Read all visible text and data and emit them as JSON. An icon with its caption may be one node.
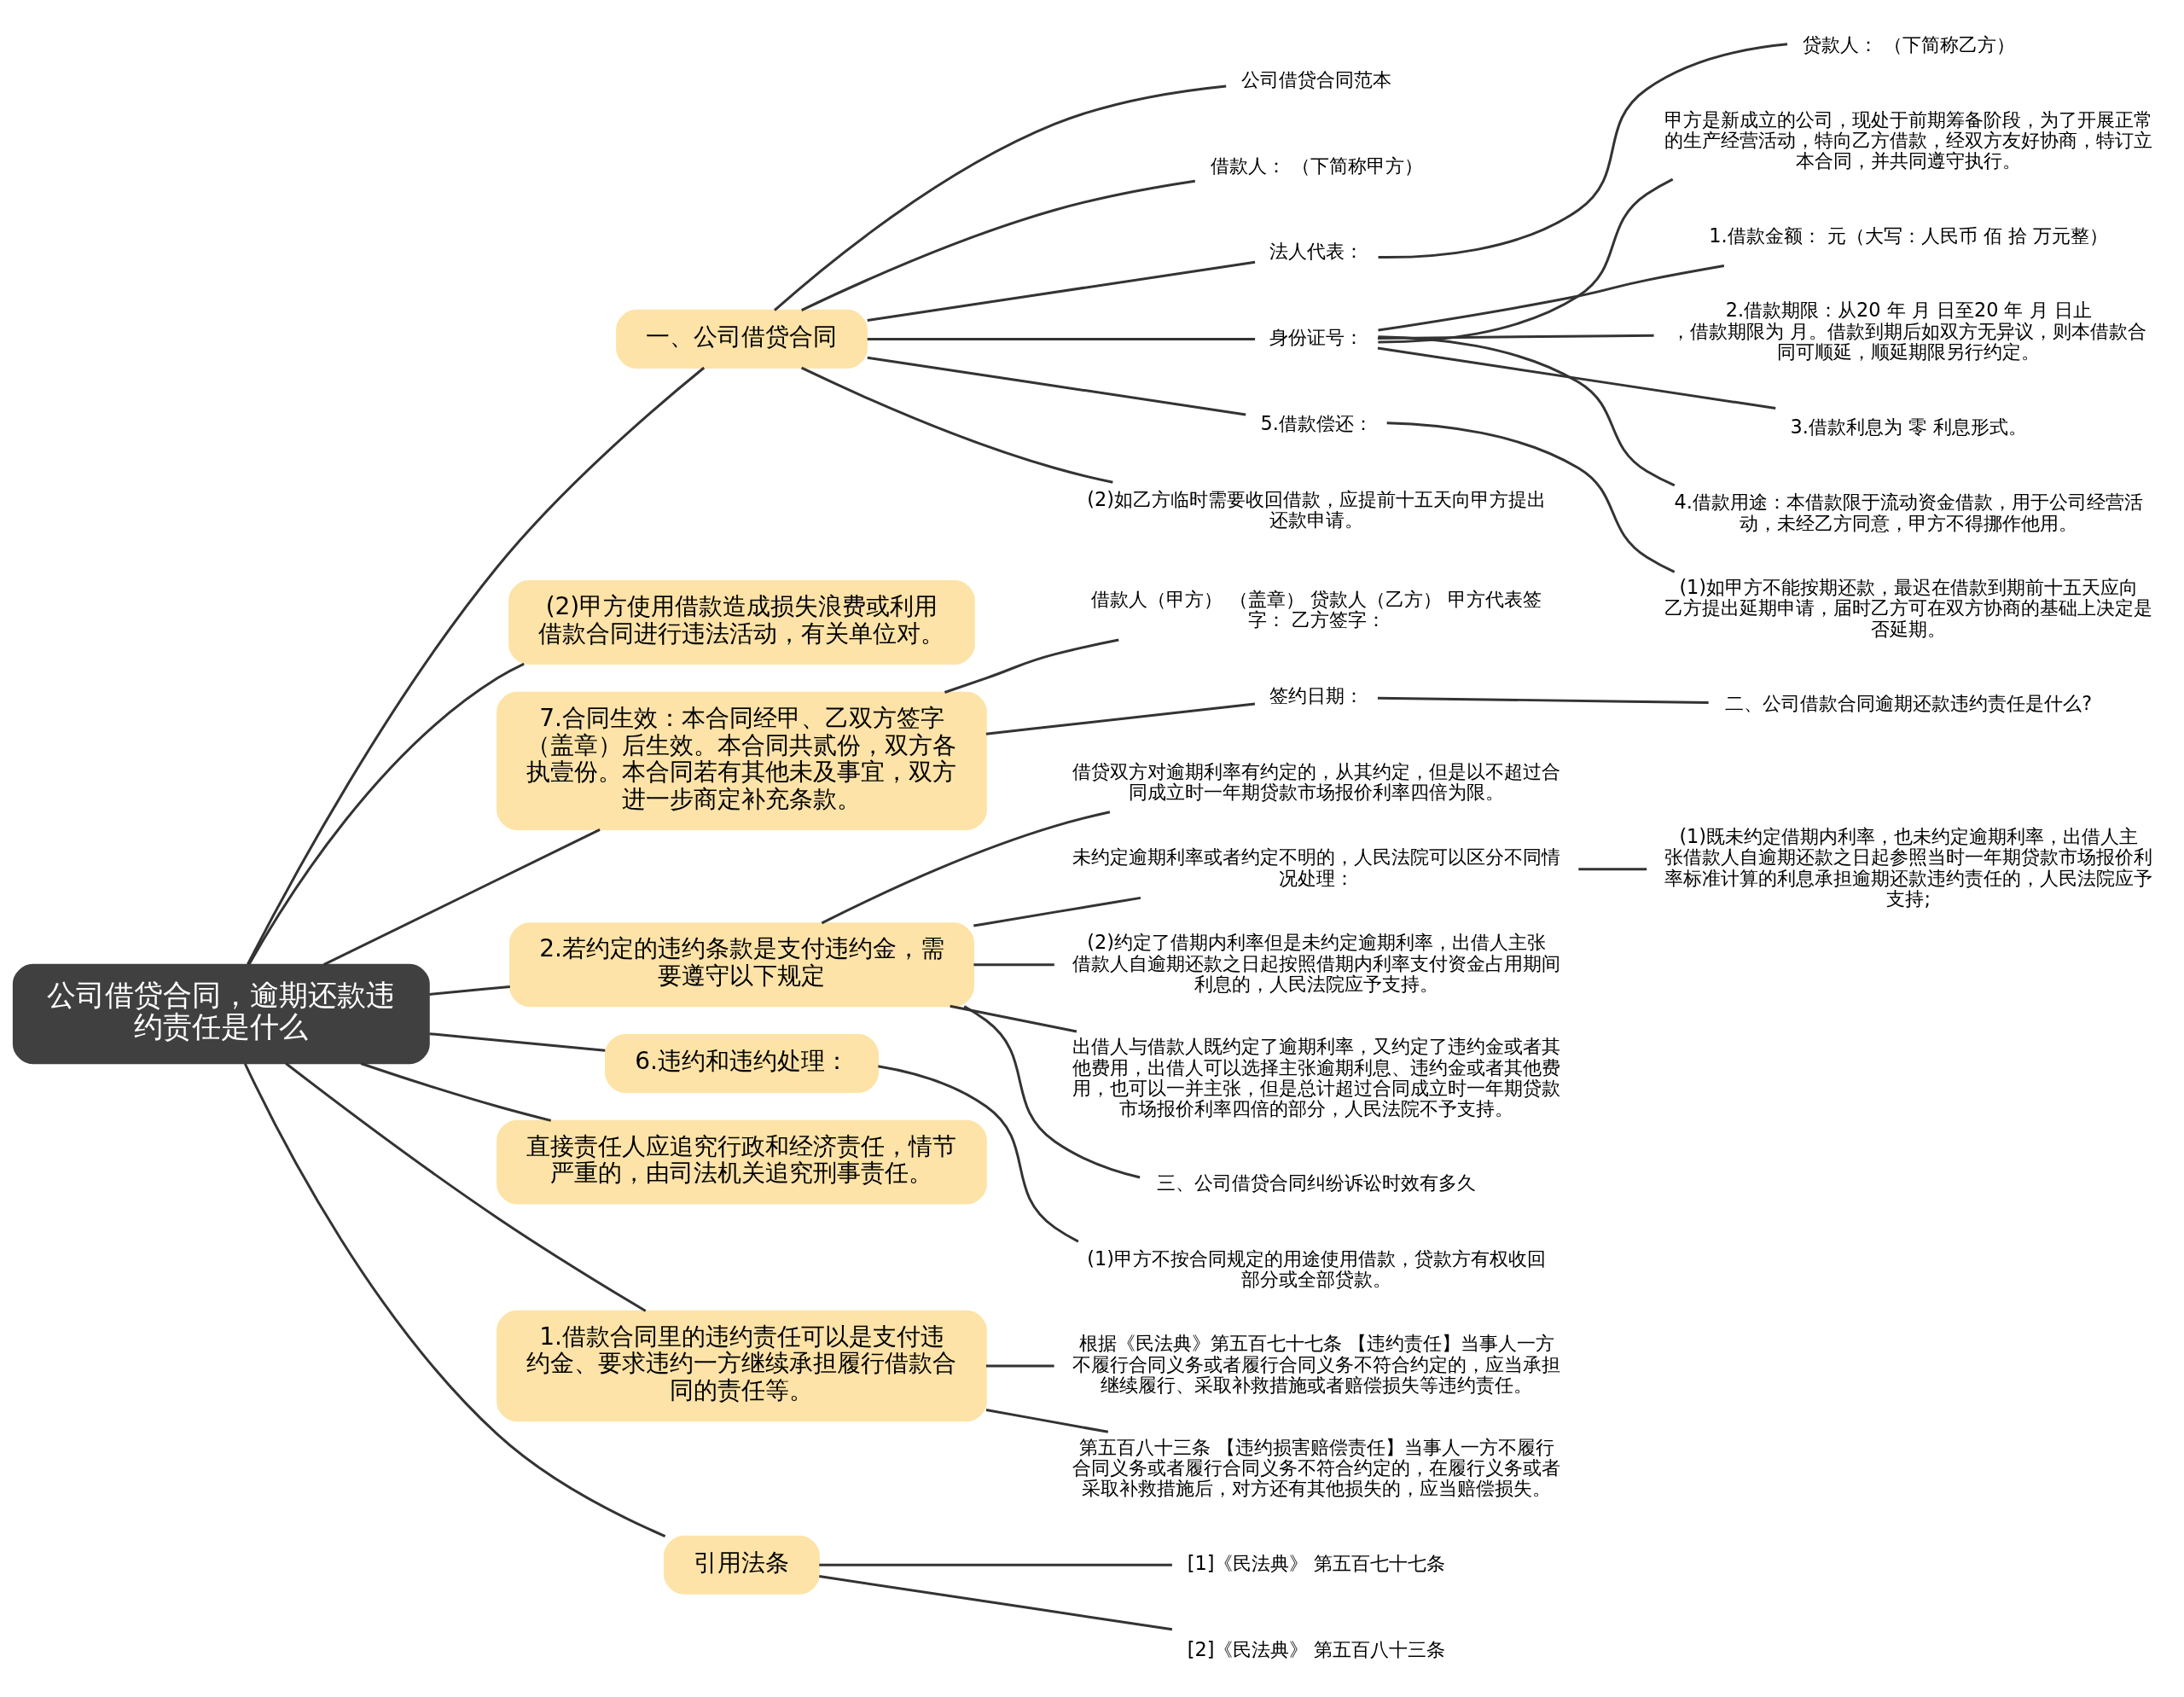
{
  "diagram": {
    "nodes": [
      {
        "text": [
          "公司借贷合同，逾期还款违约责任是什么"
        ]
      },
      {
        "text": [
          "一、公司借贷合同"
        ]
      },
      {
        "text": [
          "公司借贷合同范本"
        ]
      },
      {
        "text": [
          "借款人： （下简称甲方）"
        ]
      },
      {
        "text": [
          "法人代表："
        ]
      },
      {
        "text": [
          "贷款人： （下简称乙方）"
        ]
      },
      {
        "text": [
          "身份证号："
        ]
      },
      {
        "text": [
          "甲方是新成立的公司，现处于前期筹备阶段，为了开展正常的生产经营活动，特向乙方借款，经双方友好协商，特订立本合同，并共同遵守执行。"
        ]
      },
      {
        "text": [
          "1.借款金额： 元（大写：人民币 佰 拾 万元整）"
        ]
      },
      {
        "text": [
          "2.借款期限：从20 年 月 日至20 年 月 日止，借款期限为 月。借款到期后如双方无异议，则本借款合同可顺延，顺延期限另行约定。"
        ]
      },
      {
        "text": [
          "3.借款利息为 零 利息形式。"
        ]
      },
      {
        "text": [
          "4.借款用途：本借款限于流动资金借款，用于公司经营活动，未经乙方同意，甲方不得挪作他用。"
        ]
      },
      {
        "text": [
          "5.借款偿还："
        ]
      },
      {
        "text": [
          "(1)如甲方不能按期还款，最迟在借款到期前十五天应向乙方提出延期申请，届时乙方可在双方协商的基础上决定是否延期。"
        ]
      },
      {
        "text": [
          "(2)如乙方临时需要收回借款，应提前十五天向甲方提出还款申请。"
        ]
      },
      {
        "text": [
          "(2)甲方使用借款造成损失浪费或利用借款合同进行违法活动，有关单位对。"
        ]
      },
      {
        "text": [
          "7.合同生效：本合同经甲、乙双方签字（盖章）后生效。本合同共贰份，双方各执壹份。本合同若有其他未及事宜，双方进一步商定补充条款。"
        ]
      },
      {
        "text": [
          "借款人（甲方） （盖章） 贷款人（乙方） 甲方代表签字： 乙方签字："
        ]
      },
      {
        "text": [
          "签约日期："
        ]
      },
      {
        "text": [
          "二、公司借款合同逾期还款违约责任是什么?"
        ]
      },
      {
        "text": [
          "2.若约定的违约条款是支付违约金，需要遵守以下规定"
        ]
      },
      {
        "text": [
          "借贷双方对逾期利率有约定的，从其约定，但是以不超过合同成立时一年期贷款市场报价利率四倍为限。"
        ]
      },
      {
        "text": [
          "未约定逾期利率或者约定不明的，人民法院可以区分不同情况处理："
        ]
      },
      {
        "text": [
          "(1)既未约定借期内利率，也未约定逾期利率，出借人主张借款人自逾期还款之日起参照当时一年期贷款市场报价利率标准计算的利息承担逾期还款违约责任的，人民法院应予支持;"
        ]
      },
      {
        "text": [
          "(2)约定了借期内利率但是未约定逾期利率，出借人主张借款人自逾期还款之日起按照借期内利率支付资金占用期间利息的，人民法院应予支持。"
        ]
      },
      {
        "text": [
          "出借人与借款人既约定了逾期利率，又约定了违约金或者其他费用，出借人可以选择主张逾期利息、违约金或者其他费用，也可以一并主张，但是总计超过合同成立时一年期贷款市场报价利率四倍的部分，人民法院不予支持。"
        ]
      },
      {
        "text": [
          "三、公司借贷合同纠纷诉讼时效有多久"
        ]
      },
      {
        "text": [
          "6.违约和违约处理："
        ]
      },
      {
        "text": [
          "(1)甲方不按合同规定的用途使用借款，贷款方有权收回部分或全部贷款。"
        ]
      },
      {
        "text": [
          "直接责任人应追究行政和经济责任，情节严重的，由司法机关追究刑事责任。"
        ]
      },
      {
        "text": [
          "1.借款合同里的违约责任可以是支付违约金、要求违约一方继续承担履行借款合同的责任等。"
        ]
      },
      {
        "text": [
          "根据《民法典》第五百七十七条 【违约责任】当事人一方不履行合同义务或者履行合同义务不符合约定的，应当承担继续履行、采取补救措施或者赔偿损失等违约责任。"
        ]
      },
      {
        "text": [
          "第五百八十三条 【违约损害赔偿责任】当事人一方不履行合同义务或者履行合同义务不符合约定的，在履行义务或者采取补救措施后，对方还有其他损失的，应当赔偿损失。"
        ]
      },
      {
        "text": [
          "引用法条"
        ]
      },
      {
        "text": [
          "[1]《民法典》 第五百七十七条"
        ]
      },
      {
        "text": [
          "[2]《民法典》 第五百八十三条"
        ]
      }
    ],
    "edges": [
      {
        "from": 0,
        "to": 1,
        "arrow": "none"
      },
      {
        "from": 1,
        "to": 2,
        "arrow": "none"
      },
      {
        "from": 1,
        "to": 3,
        "arrow": "none"
      },
      {
        "from": 1,
        "to": 4,
        "arrow": "none"
      },
      {
        "from": 4,
        "to": 5,
        "arrow": "none"
      },
      {
        "from": 1,
        "to": 6,
        "arrow": "none"
      },
      {
        "from": 6,
        "to": 7,
        "arrow": "none"
      },
      {
        "from": 6,
        "to": 8,
        "arrow": "none"
      },
      {
        "from": 6,
        "to": 9,
        "arrow": "none"
      },
      {
        "from": 6,
        "to": 10,
        "arrow": "none"
      },
      {
        "from": 6,
        "to": 11,
        "arrow": "none"
      },
      {
        "from": 1,
        "to": 12,
        "arrow": "none"
      },
      {
        "from": 12,
        "to": 13,
        "arrow": "none"
      },
      {
        "from": 1,
        "to": 14,
        "arrow": "none"
      },
      {
        "from": 0,
        "to": 15,
        "arrow": "none"
      },
      {
        "from": 0,
        "to": 16,
        "arrow": "none"
      },
      {
        "from": 16,
        "to": 17,
        "arrow": "none"
      },
      {
        "from": 16,
        "to": 18,
        "arrow": "none"
      },
      {
        "from": 18,
        "to": 19,
        "arrow": "none"
      },
      {
        "from": 0,
        "to": 20,
        "arrow": "none"
      },
      {
        "from": 20,
        "to": 21,
        "arrow": "none"
      },
      {
        "from": 20,
        "to": 22,
        "arrow": "none"
      },
      {
        "from": 22,
        "to": 23,
        "arrow": "none"
      },
      {
        "from": 20,
        "to": 24,
        "arrow": "none"
      },
      {
        "from": 20,
        "to": 25,
        "arrow": "none"
      },
      {
        "from": 20,
        "to": 26,
        "arrow": "none"
      },
      {
        "from": 0,
        "to": 27,
        "arrow": "none"
      },
      {
        "from": 27,
        "to": 28,
        "arrow": "none"
      },
      {
        "from": 0,
        "to": 29,
        "arrow": "none"
      },
      {
        "from": 0,
        "to": 30,
        "arrow": "none"
      },
      {
        "from": 30,
        "to": 31,
        "arrow": "none"
      },
      {
        "from": 30,
        "to": 32,
        "arrow": "none"
      },
      {
        "from": 0,
        "to": 33,
        "arrow": "none"
      },
      {
        "from": 33,
        "to": 34,
        "arrow": "none"
      },
      {
        "from": 33,
        "to": 35,
        "arrow": "none"
      }
    ]
  }
}
